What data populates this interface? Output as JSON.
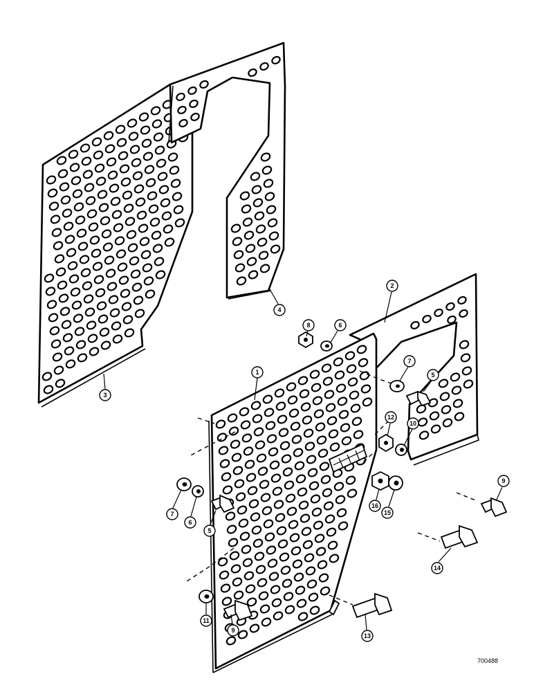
{
  "drawing": {
    "reference_code": "700488"
  },
  "callouts": [
    {
      "id": "c3",
      "label": "3"
    },
    {
      "id": "c4",
      "label": "4"
    },
    {
      "id": "c2",
      "label": "2"
    },
    {
      "id": "c8",
      "label": "8"
    },
    {
      "id": "c6a",
      "label": "6"
    },
    {
      "id": "c1",
      "label": "1"
    },
    {
      "id": "c7a",
      "label": "7"
    },
    {
      "id": "c5a",
      "label": "5"
    },
    {
      "id": "c12",
      "label": "12"
    },
    {
      "id": "c10",
      "label": "10"
    },
    {
      "id": "c7b",
      "label": "7"
    },
    {
      "id": "c6b",
      "label": "6"
    },
    {
      "id": "c5b",
      "label": "5"
    },
    {
      "id": "c9a",
      "label": "9"
    },
    {
      "id": "c16",
      "label": "16"
    },
    {
      "id": "c15",
      "label": "15"
    },
    {
      "id": "c14",
      "label": "14"
    },
    {
      "id": "c11",
      "label": "11"
    },
    {
      "id": "c9b",
      "label": "9"
    },
    {
      "id": "c13",
      "label": "13"
    }
  ]
}
